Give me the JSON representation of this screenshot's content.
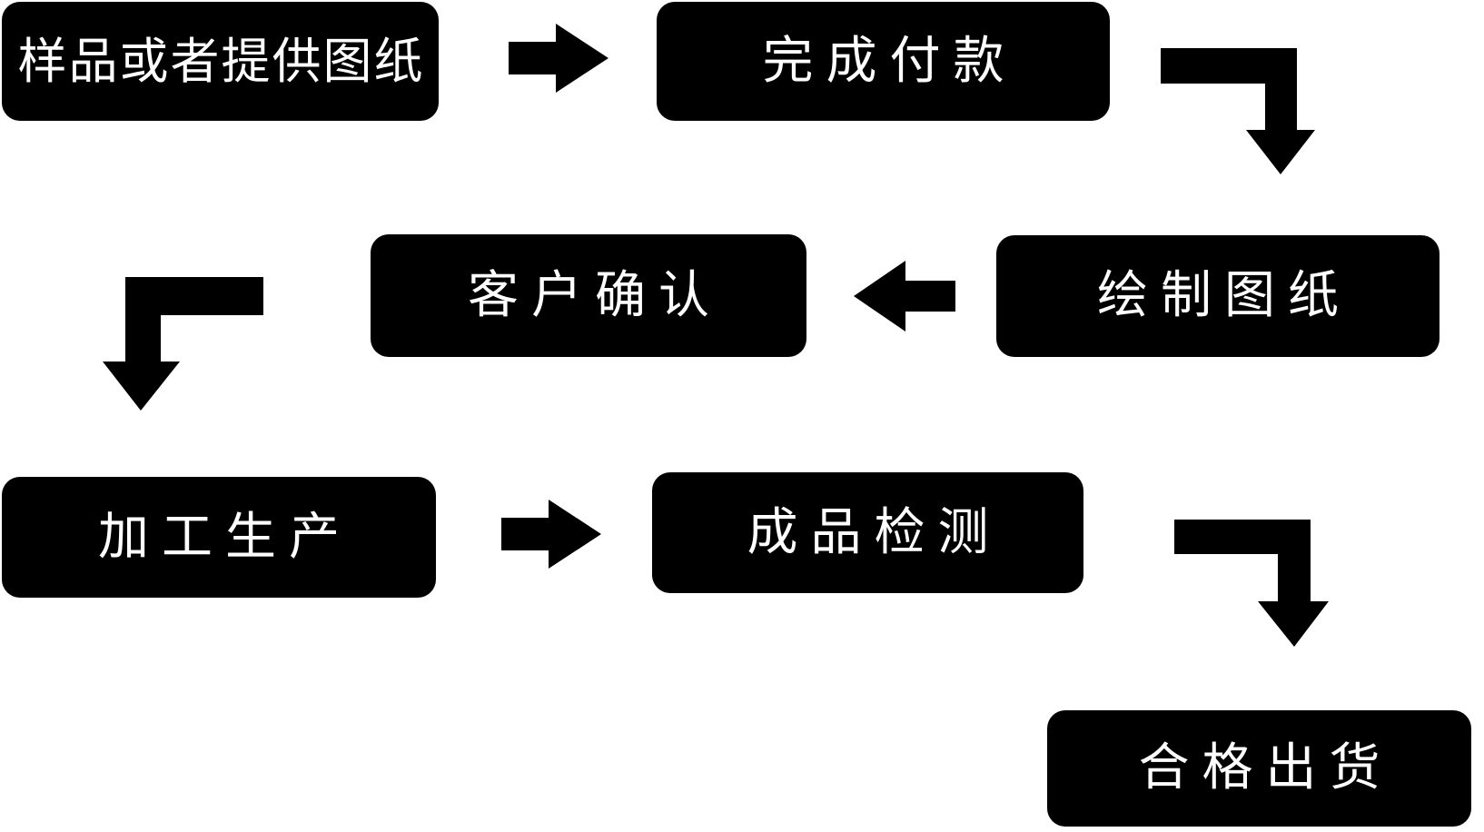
{
  "diagram": {
    "type": "flowchart",
    "colors": {
      "background": "#ffffff",
      "node_fill": "#000000",
      "node_text": "#ffffff",
      "arrow": "#000000"
    },
    "nodes": {
      "sample_or_drawing": {
        "label": "样品或者提供图纸"
      },
      "payment": {
        "label": "完成付款"
      },
      "draw_drawing": {
        "label": "绘制图纸"
      },
      "customer_confirm": {
        "label": "客户确认"
      },
      "production": {
        "label": "加工生产"
      },
      "inspection": {
        "label": "成品检测"
      },
      "shipment": {
        "label": "合格出货"
      }
    },
    "edges": [
      {
        "from": "sample_or_drawing",
        "to": "payment",
        "shape": "straight-right"
      },
      {
        "from": "payment",
        "to": "draw_drawing",
        "shape": "elbow-right-down"
      },
      {
        "from": "draw_drawing",
        "to": "customer_confirm",
        "shape": "straight-left"
      },
      {
        "from": "customer_confirm",
        "to": "production",
        "shape": "elbow-left-down"
      },
      {
        "from": "production",
        "to": "inspection",
        "shape": "straight-right"
      },
      {
        "from": "inspection",
        "to": "shipment",
        "shape": "elbow-right-down"
      }
    ]
  }
}
